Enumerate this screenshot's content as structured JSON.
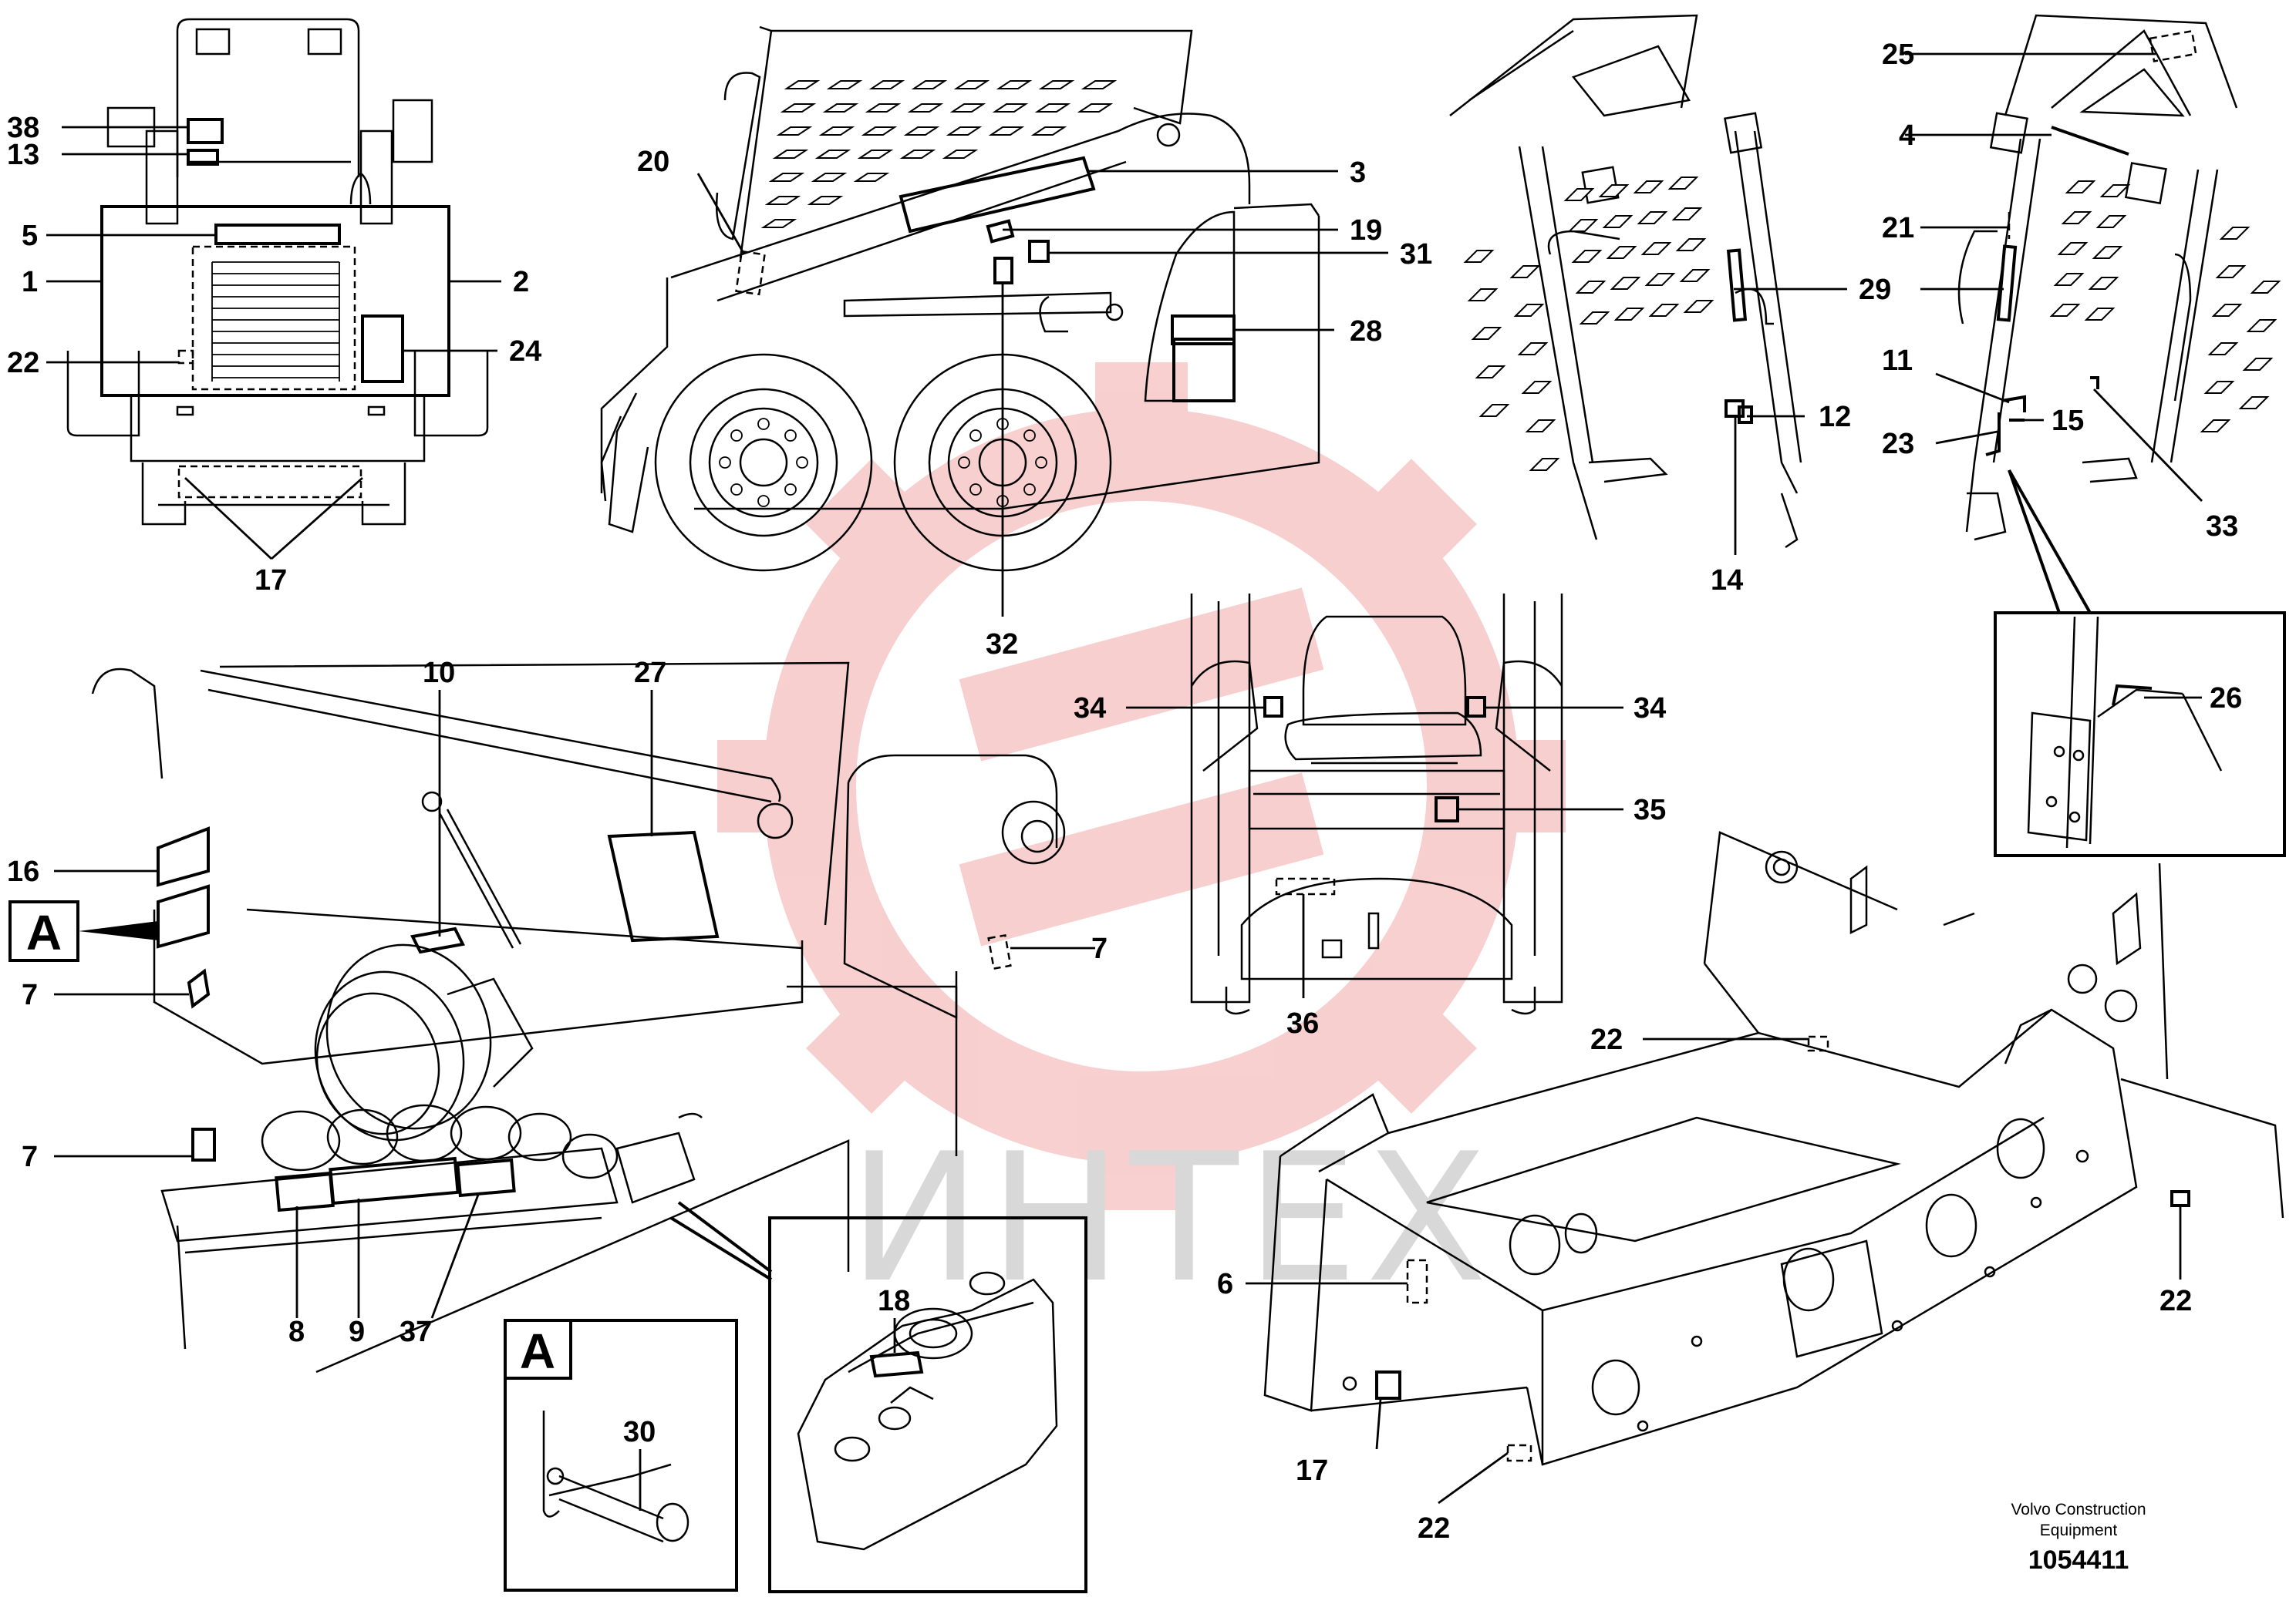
{
  "watermark": {
    "text": "ИНТЕХ",
    "gear_color": "#f7c9c9",
    "text_color": "#d8d8d8"
  },
  "callouts": {
    "c38": "38",
    "c13": "13",
    "c5": "5",
    "c1": "1",
    "c2": "2",
    "c22a": "22",
    "c24": "24",
    "c17a": "17",
    "c20": "20",
    "c3": "3",
    "c19": "19",
    "c31": "31",
    "c28": "28",
    "c32": "32",
    "c25": "25",
    "c4": "4",
    "c21": "21",
    "c29": "29",
    "c11": "11",
    "c12": "12",
    "c15": "15",
    "c23": "23",
    "c33": "33",
    "c14": "14",
    "c26": "26",
    "c10": "10",
    "c27": "27",
    "c16": "16",
    "c7a": "7",
    "c7b": "7",
    "c7c": "7",
    "c8": "8",
    "c9": "9",
    "c37": "37",
    "c18": "18",
    "c30": "30",
    "c34a": "34",
    "c34b": "34",
    "c35": "35",
    "c36": "36",
    "c22b": "22",
    "c6": "6",
    "c22c": "22",
    "c17b": "17",
    "c22d": "22"
  },
  "reference_letters": {
    "view_a_marker": "A",
    "view_a_inset": "A"
  },
  "footer": {
    "company_line1": "Volvo Construction",
    "company_line2": "Equipment",
    "document_number": "1054411"
  }
}
